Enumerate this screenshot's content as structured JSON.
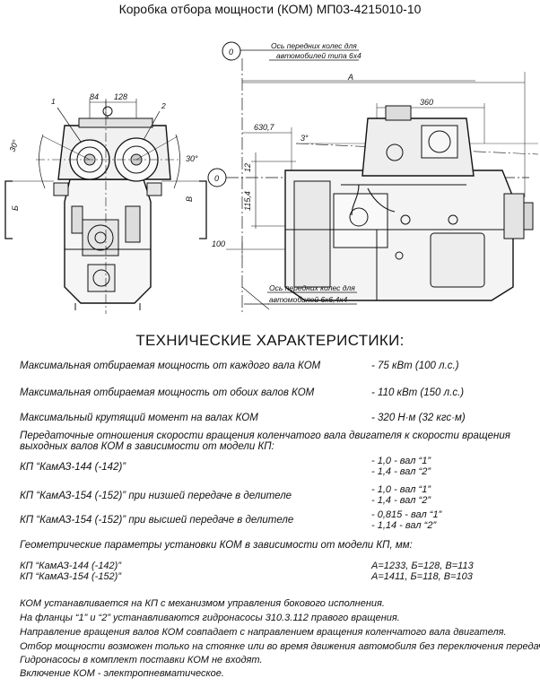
{
  "title": "Коробка отбора мощности (КОМ) МП03-4215010-10",
  "drawing": {
    "left_view": {
      "callout_1": "1",
      "callout_2": "2",
      "dim_84": "84",
      "dim_128": "128",
      "angle_left": "30°",
      "angle_right": "30°",
      "section_b": "Б",
      "section_v": "В"
    },
    "right_view": {
      "zero_top": "0",
      "zero_mid": "0",
      "axis_top_label_line1": "Ось передних колес для",
      "axis_top_label_line2": "автомобилей типа 6х4",
      "axis_bottom_label_line1": "Ось передних колес для",
      "axis_bottom_label_line2": "автомобилей 6х6,4х4",
      "dim_A": "А",
      "dim_360": "360",
      "dim_630_7": "630,7",
      "angle_3": "3°",
      "dim_12": "12",
      "dim_115_4": "115,4",
      "dim_100": "100"
    }
  },
  "heading": "ТЕХНИЧЕСКИЕ ХАРАКТЕРИСТИКИ:",
  "specs": [
    {
      "label": "Максимальная отбираемая мощность от каждого вала КОМ",
      "value": "- 75 кВт (100 л.с.)"
    },
    {
      "label": "Максимальная отбираемая мощность от обоих валов КОМ",
      "value": "- 110 кВт (150 л.с.)"
    },
    {
      "label": "Максимальный крутящий момент на валах КОМ",
      "value": "- 320 Н·м (32 кгс·м)"
    }
  ],
  "ratio_intro_line1": "Передаточные отношения скорости вращения коленчатого вала двигателя к скорости вращения",
  "ratio_intro_line2": "выходных валов КОМ в зависимости от модели КП:",
  "ratios": [
    {
      "label": "КП “КамАЗ-144 (-142)”",
      "line1": "- 1,0    - вал “1”",
      "line2": "- 1,4    - вал “2”"
    },
    {
      "label": "КП “КамАЗ-154 (-152)” при низшей передаче в делителе",
      "line1": "- 1,0    - вал “1”",
      "line2": "- 1,4    - вал “2”"
    },
    {
      "label": "КП “КамАЗ-154 (-152)” при высшей передаче в делителе",
      "line1": "- 0,815 - вал “1”",
      "line2": "- 1,14  - вал “2”"
    }
  ],
  "geometry_intro": "Геометрические параметры установки КОМ в зависимости от модели КП, мм:",
  "geometry": [
    {
      "label": "КП “КамАЗ-144 (-142)”",
      "value": "А=1233, Б=128, В=113"
    },
    {
      "label": "КП “КамАЗ-154 (-152)”",
      "value": "А=1411, Б=118, В=103"
    }
  ],
  "notes": [
    "КОМ устанавливается на КП с механизмом управления бокового исполнения.",
    "На фланцы “1” и “2” устанавливаются гидронасосы  310.3.112 правого вращения.",
    "Направление вращения валов  КОМ совпадает с направлением вращения коленчатого вала двигателя.",
    "Отбор мощности возможен только на стоянке или во время движения автомобиля без переключения передач.",
    "Гидронасосы в комплект поставки  КОМ  не входят.",
    "Включение КОМ - электропневматическое."
  ]
}
